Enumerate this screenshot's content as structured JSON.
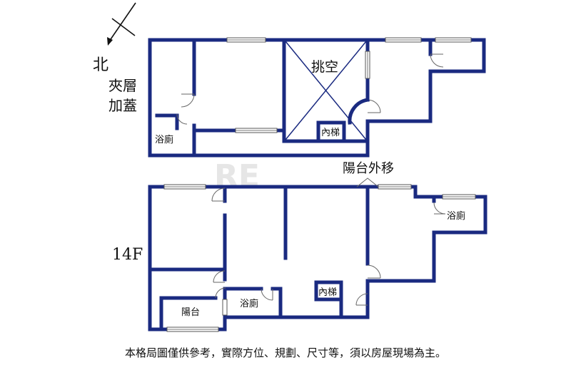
{
  "compass": {
    "north_label": "北"
  },
  "upper_floor": {
    "side_label_line1": "夾層",
    "side_label_line2": "加蓋",
    "void_label": "挑空",
    "stair_label": "內梯",
    "bath_label": "浴廁",
    "balcony_note": "陽台外移"
  },
  "lower_floor": {
    "floor_label": "14F",
    "stair_label": "內梯",
    "bath_label_center": "浴廁",
    "bath_label_right": "浴廁",
    "balcony_label": "陽台"
  },
  "watermark": {
    "text": "RE"
  },
  "footer": {
    "disclaimer": "本格局圖僅供參考，實際方位、規劃、尺寸等，須以房屋現場為主。"
  },
  "colors": {
    "wall": "#1a2a80",
    "text": "#111111",
    "background": "#ffffff"
  }
}
